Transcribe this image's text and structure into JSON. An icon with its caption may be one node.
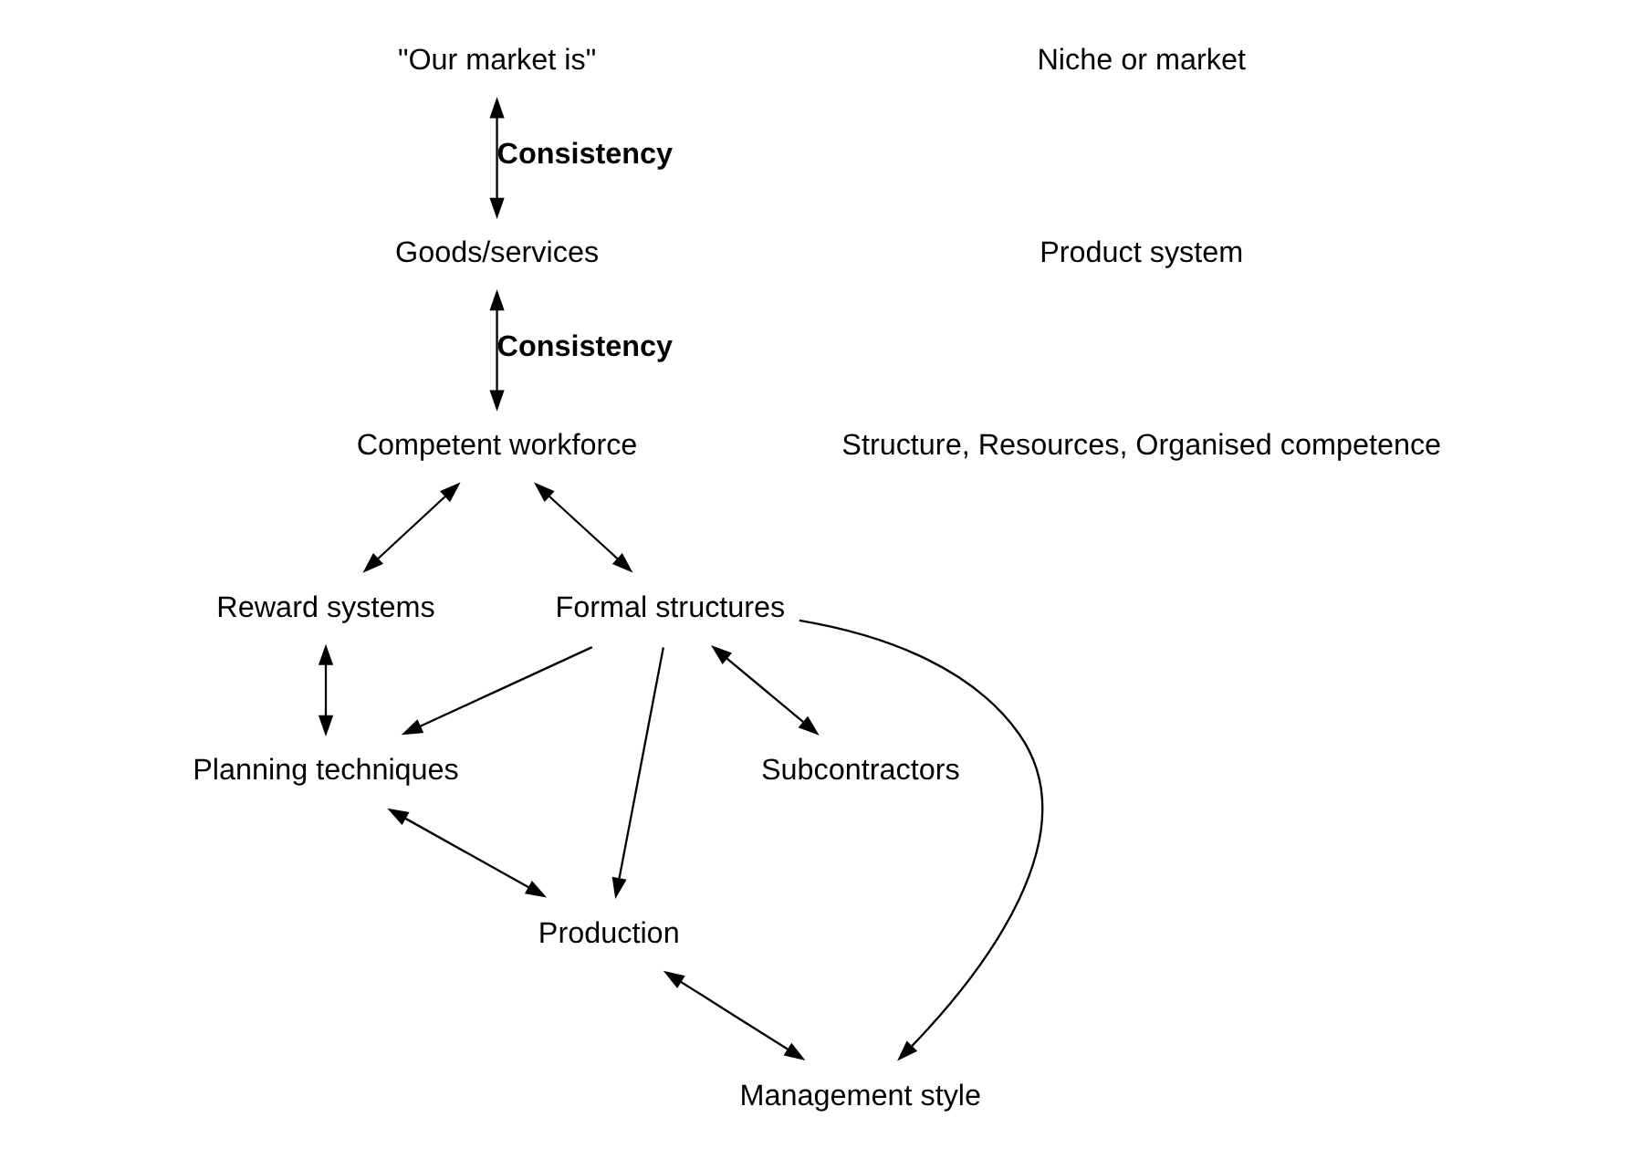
{
  "diagram": {
    "nodes": [
      {
        "text": [
          "\"Our market is\""
        ]
      },
      {
        "text": [
          "Goods/services"
        ]
      },
      {
        "text": [
          "Competent workforce"
        ]
      },
      {
        "text": [
          "Reward systems"
        ]
      },
      {
        "text": [
          "Formal structures"
        ]
      },
      {
        "text": [
          "Planning techniques"
        ]
      },
      {
        "text": [
          "Production"
        ]
      },
      {
        "text": [
          "Subcontractors"
        ]
      },
      {
        "text": [
          "Management style"
        ]
      }
    ],
    "edges": [
      {
        "from": 0,
        "to": 1,
        "arrow": "both",
        "label": "Consistency"
      },
      {
        "from": 1,
        "to": 2,
        "arrow": "both",
        "label": "Consistency"
      },
      {
        "from": 2,
        "to": 3,
        "arrow": "both"
      },
      {
        "from": 3,
        "to": 5,
        "arrow": "both"
      },
      {
        "from": 2,
        "to": 4,
        "arrow": "both"
      },
      {
        "from": 4,
        "to": 5,
        "arrow": "to"
      },
      {
        "from": 4,
        "to": 6,
        "arrow": "to"
      },
      {
        "from": 4,
        "to": 8,
        "arrow": "to"
      },
      {
        "from": 5,
        "to": 6,
        "arrow": "both"
      },
      {
        "from": 6,
        "to": 8,
        "arrow": "both"
      },
      {
        "from": 4,
        "to": 7,
        "arrow": "both"
      }
    ],
    "labels": [
      "Niche or market",
      "Product system",
      "Structure, Resources, Organised competence"
    ]
  }
}
